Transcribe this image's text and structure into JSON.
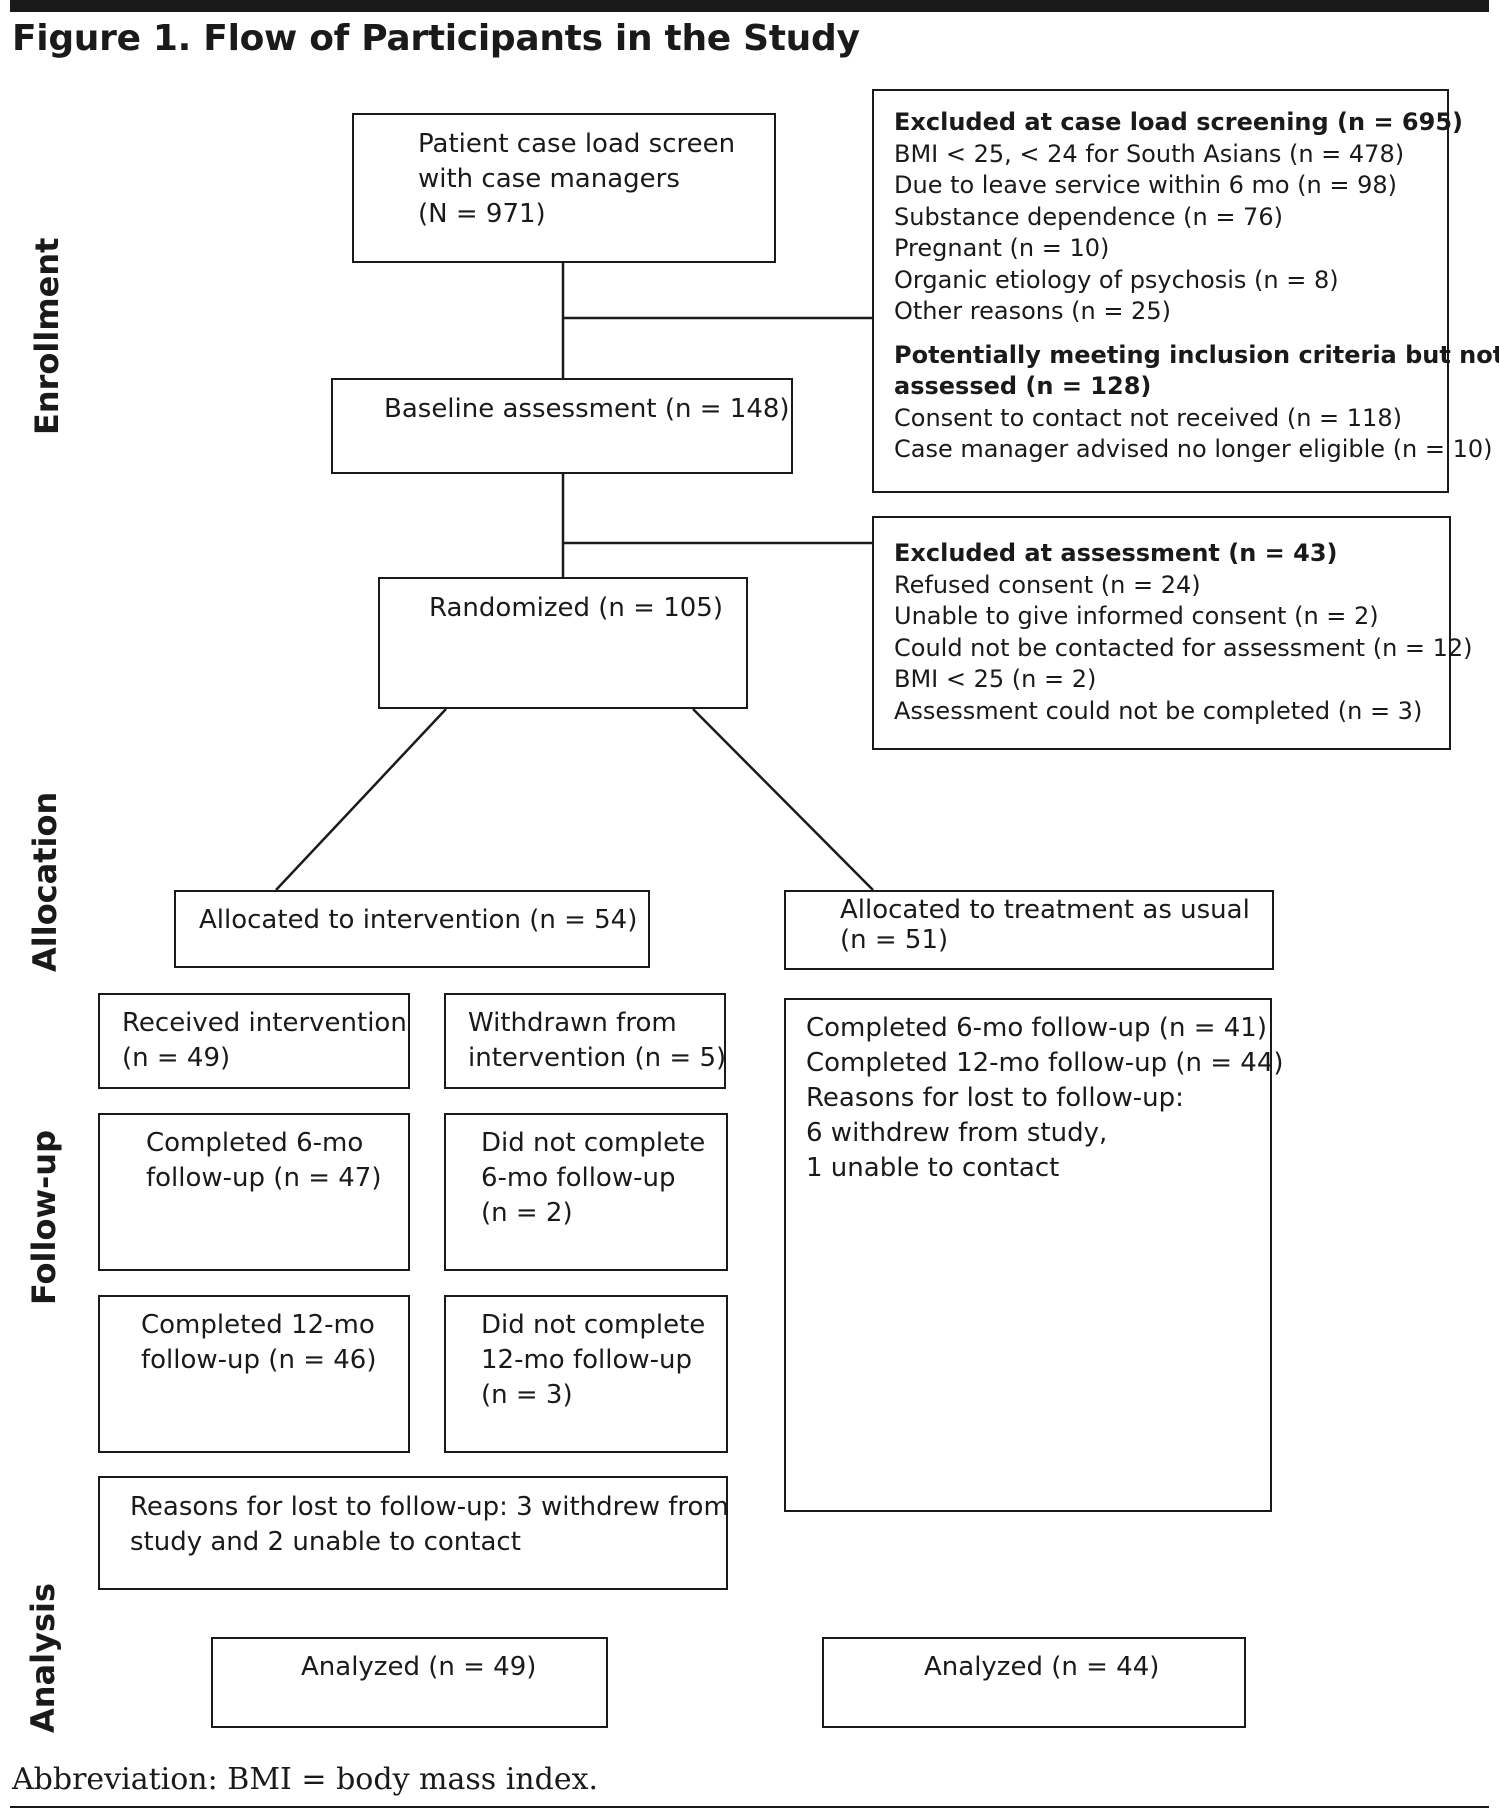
{
  "title": "Figure 1. Flow of Participants in the Study",
  "phases": {
    "enrollment": "Enrollment",
    "allocation": "Allocation",
    "followup": "Follow-up",
    "analysis": "Analysis"
  },
  "boxes": {
    "screen": [
      "Patient case load screen",
      "with case managers",
      "(N = 971)"
    ],
    "baseline": "Baseline assessment (n = 148)",
    "randomized": "Randomized (n = 105)",
    "excluded_screening": {
      "heading": "Excluded at case load screening (n = 695)",
      "items": [
        "BMI < 25, < 24 for South Asians (n = 478)",
        "Due to leave service within 6 mo (n = 98)",
        "Substance dependence (n = 76)",
        "Pregnant (n = 10)",
        "Organic etiology of psychosis (n = 8)",
        "Other reasons (n = 25)"
      ],
      "heading2": [
        "Potentially meeting inclusion criteria but not",
        "assessed  (n = 128)"
      ],
      "items2": [
        "Consent to contact not received (n = 118)",
        "Case manager advised no longer eligible (n = 10)"
      ]
    },
    "excluded_assessment": {
      "heading": "Excluded at assessment (n = 43)",
      "items": [
        "Refused consent (n = 24)",
        "Unable to give informed consent (n = 2)",
        "Could not be contacted for assessment (n = 12)",
        "BMI < 25 (n = 2)",
        "Assessment could not be completed (n = 3)"
      ]
    },
    "alloc_intervention": "Allocated to intervention (n = 54)",
    "alloc_tau": [
      "Allocated to treatment as usual",
      "(n = 51)"
    ],
    "received": [
      "Received intervention",
      "(n = 49)"
    ],
    "withdrawn": [
      "Withdrawn from",
      "intervention (n = 5)"
    ],
    "completed6": [
      "Completed 6-mo",
      "follow-up (n = 47)"
    ],
    "notcompleted6": [
      "Did not complete",
      "6-mo follow-up",
      "(n = 2)"
    ],
    "completed12": [
      "Completed 12-mo",
      "follow-up (n = 46)"
    ],
    "notcompleted12": [
      "Did not complete",
      "12-mo follow-up",
      "(n = 3)"
    ],
    "lost_reasons": [
      "Reasons for lost to follow-up: 3 withdrew from",
      "study and 2 unable to contact"
    ],
    "tau_followup": [
      "Completed 6-mo follow-up (n = 41)",
      "Completed 12-mo follow-up (n = 44)",
      "Reasons for lost to follow-up:",
      "6 withdrew from study,",
      "1 unable to contact"
    ],
    "analyzed_intervention": "Analyzed (n = 49)",
    "analyzed_tau": "Analyzed (n = 44)"
  },
  "footnote": "Abbreviation: BMI = body mass index."
}
